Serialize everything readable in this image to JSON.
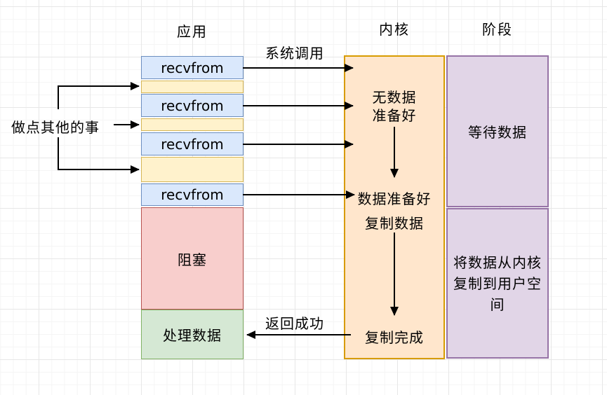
{
  "diagram": {
    "headers": [
      {
        "id": "app",
        "label": "应用"
      },
      {
        "id": "kernel",
        "label": "内核"
      },
      {
        "id": "stage",
        "label": "阶段"
      }
    ],
    "app": {
      "recvfrom": [
        "recvfrom",
        "recvfrom",
        "recvfrom",
        "recvfrom"
      ],
      "blocking": "阻塞",
      "process_data": "处理数据"
    },
    "kernel": {
      "no_data_ready": "无数据准备好",
      "data_ready": "数据准备好",
      "copy_data": "复制数据",
      "copy_complete": "复制完成"
    },
    "stage": {
      "wait_data": "等待数据",
      "copy_kernel_to_user": "将数据从内核复制到用户空间"
    },
    "annotations": {
      "do_something_else": "做点其他的事",
      "system_call": "系统调用",
      "return_success": "返回成功"
    },
    "colors": {
      "recvfrom_fill": "#dae8fc",
      "recvfrom_border": "#6c8ebf",
      "slot_fill": "#fff2cc",
      "slot_border": "#d6b656",
      "kernel_fill": "#ffe6cc",
      "kernel_border": "#d79b00",
      "stage_fill": "#e1d5e7",
      "stage_border": "#9673a6",
      "blocking_fill": "#f8cecc",
      "blocking_border": "#b85450",
      "process_fill": "#d5e8d4",
      "process_border": "#82b366",
      "arrow": "#000000"
    }
  }
}
